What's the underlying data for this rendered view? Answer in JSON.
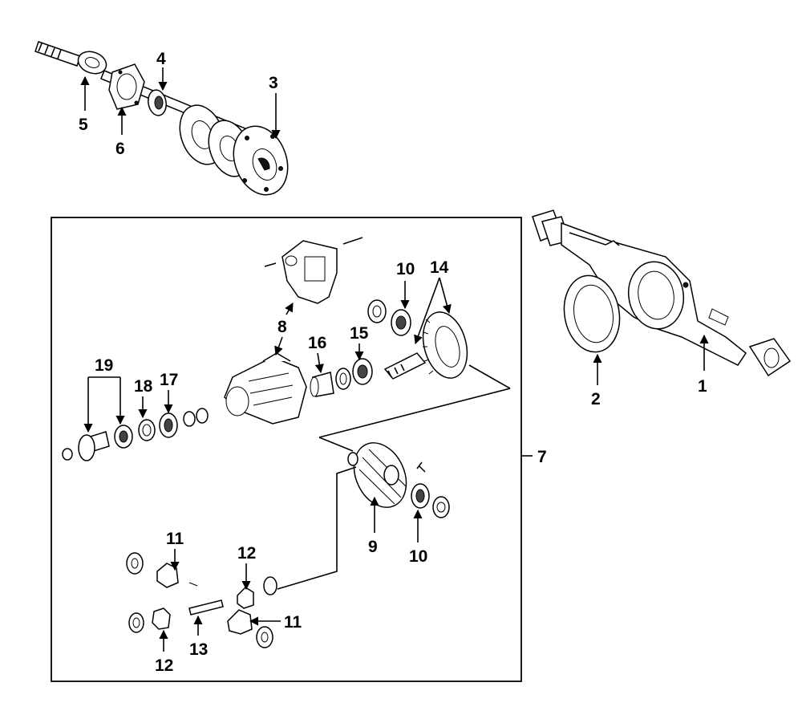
{
  "callouts": {
    "c1": "1",
    "c2": "2",
    "c3": "3",
    "c4": "4",
    "c5": "5",
    "c6": "6",
    "c7": "7",
    "c8": "8",
    "c9": "9",
    "c10a": "10",
    "c10b": "10",
    "c11a": "11",
    "c11b": "11",
    "c12a": "12",
    "c12b": "12",
    "c13": "13",
    "c14": "14",
    "c15": "15",
    "c16": "16",
    "c17": "17",
    "c18": "18",
    "c19": "19"
  },
  "icons": {
    "arrowhead": "arrowhead-icon"
  }
}
